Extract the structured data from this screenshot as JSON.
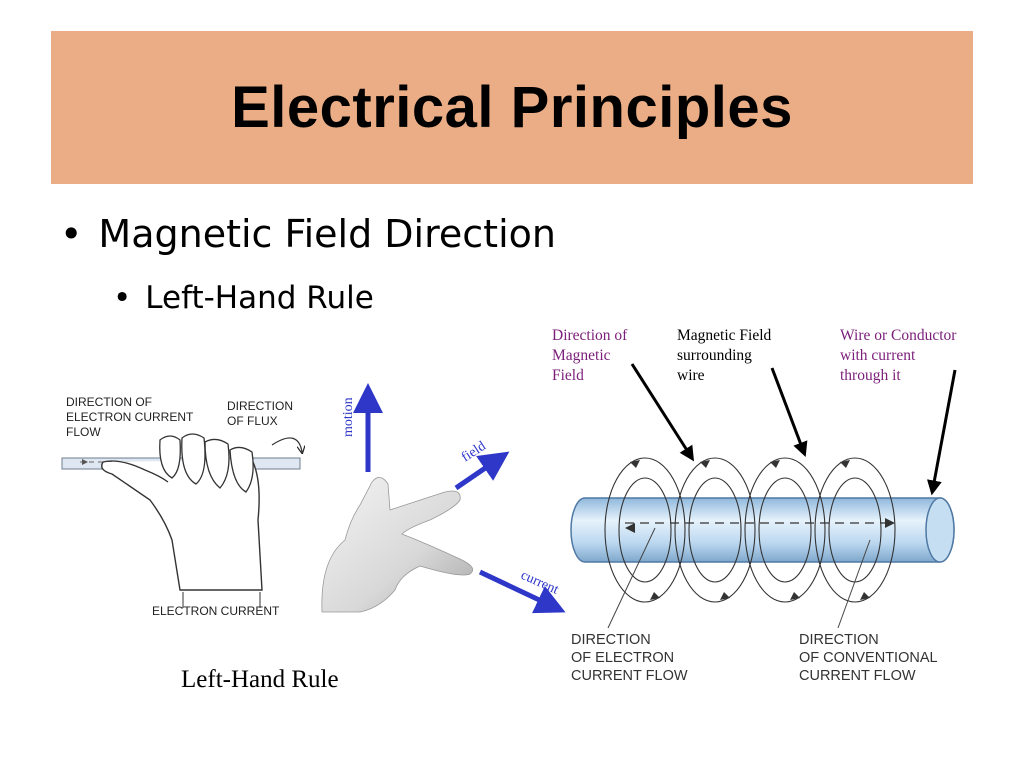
{
  "slide": {
    "title": "Electrical Principles",
    "bullets": [
      {
        "text": "Magnetic Field Direction",
        "level": 1
      },
      {
        "text": "Left-Hand Rule",
        "level": 2
      }
    ],
    "caption": "Left-Hand Rule"
  },
  "hand_diagram": {
    "label_electron_flow": "DIRECTION OF\nELECTRON CURRENT\nFLOW",
    "label_flux": "DIRECTION\nOF FLUX",
    "label_electron_current": "ELECTRON CURRENT"
  },
  "three_finger_diagram": {
    "motion": "motion",
    "field": "field",
    "current": "current"
  },
  "wire_diagram": {
    "label_field_direction": "Direction of\nMagnetic\nField",
    "label_field_surrounding": "Magnetic Field\nsurrounding\nwire",
    "label_conductor": "Wire or Conductor\nwith current\nthrough it",
    "label_electron_flow": "DIRECTION\nOF ELECTRON\nCURRENT FLOW",
    "label_conventional_flow": "DIRECTION\nOF CONVENTIONAL\nCURRENT FLOW"
  },
  "colors": {
    "title_band": "#eaad85",
    "label_purple": "#7b1e7a",
    "arrow_blue": "#2e37c8",
    "wire_blue": "#bcd8f0"
  }
}
